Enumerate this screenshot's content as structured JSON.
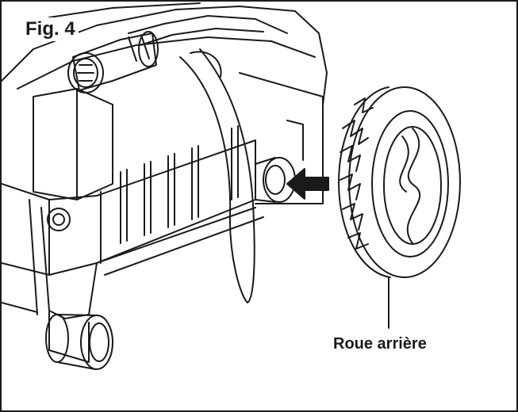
{
  "figure": {
    "label": "Fig. 4",
    "callout": "Roue arrière"
  },
  "icons": [
    "pressure-washer-body",
    "rear-wheel",
    "insert-arrow"
  ],
  "colors": {
    "line": "#1a1a1a",
    "background": "#ffffff"
  }
}
